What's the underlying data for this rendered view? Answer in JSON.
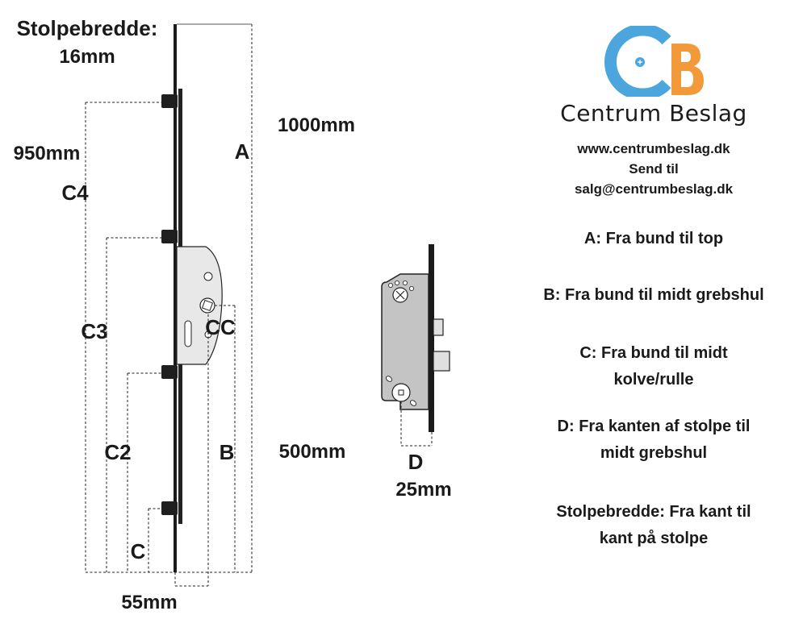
{
  "brand": {
    "name": "Centrum Beslag",
    "website": "www.centrumbeslag.dk",
    "send_to": "Send til",
    "email": "salg@centrumbeslag.dk",
    "colors": {
      "blue": "#4aa6dd",
      "orange": "#f29a3a"
    }
  },
  "labels": {
    "stolpebredde_title": "Stolpebredde:",
    "stolpebredde_value": "16mm",
    "a": "A",
    "a_value": "1000mm",
    "b": "B",
    "b_value": "500mm",
    "c": "C",
    "c2": "C2",
    "c3": "C3",
    "c4": "C4",
    "c4_value": "950mm",
    "cc": "CC",
    "bottom_value": "55mm",
    "d": "D",
    "d_value": "25mm"
  },
  "legend": {
    "a_desc": "A: Fra bund til top",
    "b_desc": "B: Fra bund til midt grebshul",
    "c_desc_1": "C: Fra bund til midt",
    "c_desc_2": "kolve/rulle",
    "d_desc_1": "D: Fra kanten af stolpe til",
    "d_desc_2": "midt grebshul",
    "s_desc_1": "Stolpebredde: Fra kant til",
    "s_desc_2": "kant på stolpe"
  }
}
